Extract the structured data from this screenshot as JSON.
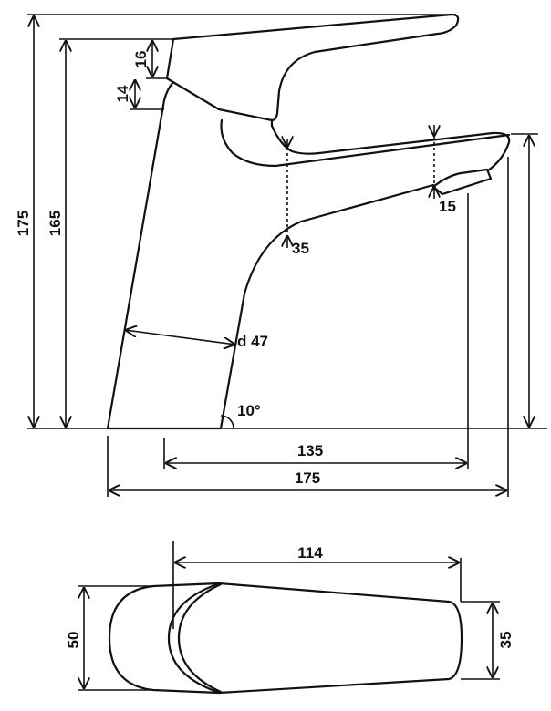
{
  "title": "Faucet technical drawing",
  "side_view": {
    "total_height": "175",
    "body_height": "165",
    "handle_height": "16",
    "handle_gap": "14",
    "spout_clearance": "35",
    "spout_tip": "15",
    "body_diameter": "d 47",
    "angle": "10°",
    "reach": "135",
    "total_length": "175"
  },
  "top_view": {
    "length": "114",
    "width": "50",
    "tip_width": "35"
  }
}
